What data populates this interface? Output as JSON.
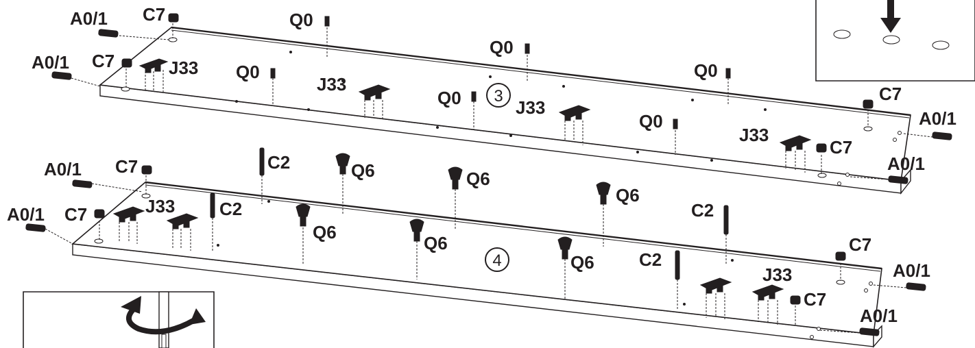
{
  "steps": {
    "step3": "3",
    "step4": "4"
  },
  "labels": {
    "a01": "A0/1",
    "c7": "C7",
    "c7b": "C7",
    "j33": "J33",
    "q0": "Q0",
    "c2": "C2",
    "q6": "Q6"
  },
  "icons": {
    "press_down": "arrow-down-icon",
    "rotate": "rotate-arrow-icon"
  }
}
